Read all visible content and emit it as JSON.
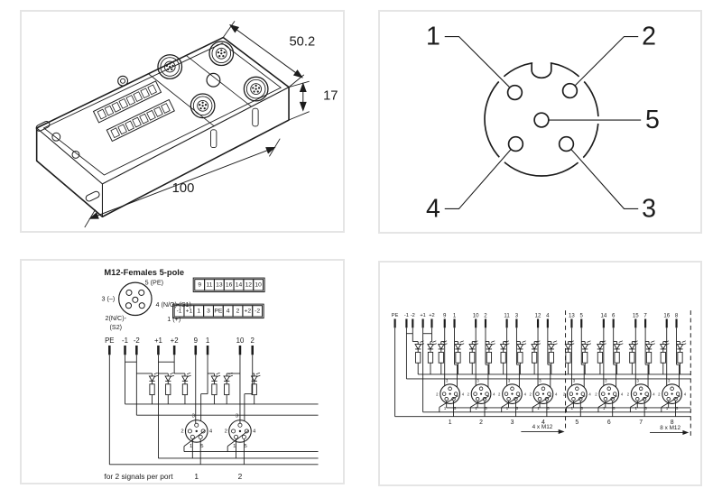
{
  "page": {
    "background": "#ffffff",
    "line_color": "#1c1c1c",
    "panel_border_color": "#e5e5e5"
  },
  "panels": {
    "dimension_drawing": {
      "dim_width": "50.2",
      "dim_height": "17",
      "dim_length": "100"
    },
    "pinout": {
      "pin_labels": [
        "1",
        "2",
        "5",
        "4",
        "3"
      ]
    },
    "wiring_2port": {
      "title": "M12-Females 5-pole",
      "face_labels": {
        "top": "5 (PE)",
        "left": "3 (–)",
        "right": "4 (N/O)-(S1)",
        "bottom_left": "2(N/C)-",
        "bottom_left_2": "(S2)",
        "bottom_right": "1 (+)"
      },
      "terminal_row_top": [
        "9",
        "11",
        "13",
        "16",
        "14",
        "12",
        "10"
      ],
      "terminal_row_bottom": [
        "-1",
        "+1",
        "1",
        "3",
        "PE",
        "4",
        "2",
        "+2",
        "-2"
      ],
      "bus_labels": [
        "PE",
        "-1",
        "-2",
        "+1",
        "+2",
        "9",
        "1",
        "10",
        "2"
      ],
      "connector_pin_labels": [
        "2",
        "3",
        "4",
        "1",
        "5"
      ],
      "port_labels": [
        "1",
        "2"
      ],
      "caption": "for 2 signals per port"
    },
    "wiring_8port": {
      "power_bus_labels": [
        "PE",
        "-1",
        "-2",
        "+1",
        "+2"
      ],
      "signal_pairs": [
        [
          "9",
          "1"
        ],
        [
          "10",
          "2"
        ],
        [
          "11",
          "3"
        ],
        [
          "12",
          "4"
        ],
        [
          "13",
          "5"
        ],
        [
          "14",
          "6"
        ],
        [
          "15",
          "7"
        ],
        [
          "16",
          "8"
        ]
      ],
      "connector_pin_labels": [
        "2",
        "3",
        "4",
        "1",
        "5"
      ],
      "port_labels": [
        "1",
        "2",
        "3",
        "4",
        "5",
        "6",
        "7",
        "8"
      ],
      "bracket_4": "4 x M12",
      "bracket_8": "8 x M12"
    }
  }
}
